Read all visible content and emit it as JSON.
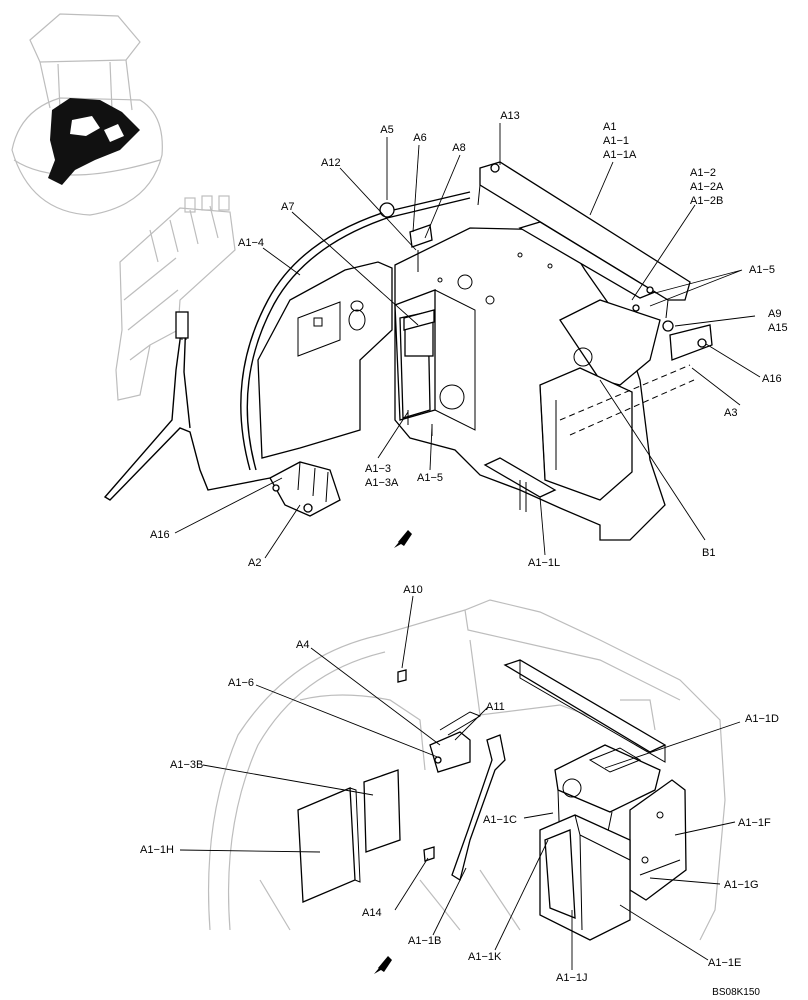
{
  "drawing_code": "BS08K150",
  "callouts": {
    "A1": "A1",
    "A1_1": "A1−1",
    "A1_1A": "A1−1A",
    "A1_2": "A1−2",
    "A1_2A": "A1−2A",
    "A1_2B": "A1−2B",
    "A1_5_top": "A1−5",
    "A9": "A9",
    "A15": "A15",
    "A16_right": "A16",
    "A3": "A3",
    "B1": "B1",
    "A1_1L": "A1−1L",
    "A13": "A13",
    "A5": "A5",
    "A6": "A6",
    "A8": "A8",
    "A12": "A12",
    "A7": "A7",
    "A1_4": "A1−4",
    "A1_3": "A1−3",
    "A1_3A": "A1−3A",
    "A1_5_bottom": "A1−5",
    "A16_left": "A16",
    "A2": "A2",
    "A10": "A10",
    "A4": "A4",
    "A1_6": "A1−6",
    "A11": "A11",
    "A1_1D": "A1−1D",
    "A1_3B": "A1−3B",
    "A1_1C": "A1−1C",
    "A1_1F": "A1−1F",
    "A1_1H": "A1−1H",
    "A1_1G": "A1−1G",
    "A14": "A14",
    "A1_1B": "A1−1B",
    "A1_1K": "A1−1K",
    "A1_1J": "A1−1J",
    "A1_1E": "A1−1E"
  },
  "icons": [
    "excavator-locator-icon",
    "direction-arrow-icon"
  ]
}
